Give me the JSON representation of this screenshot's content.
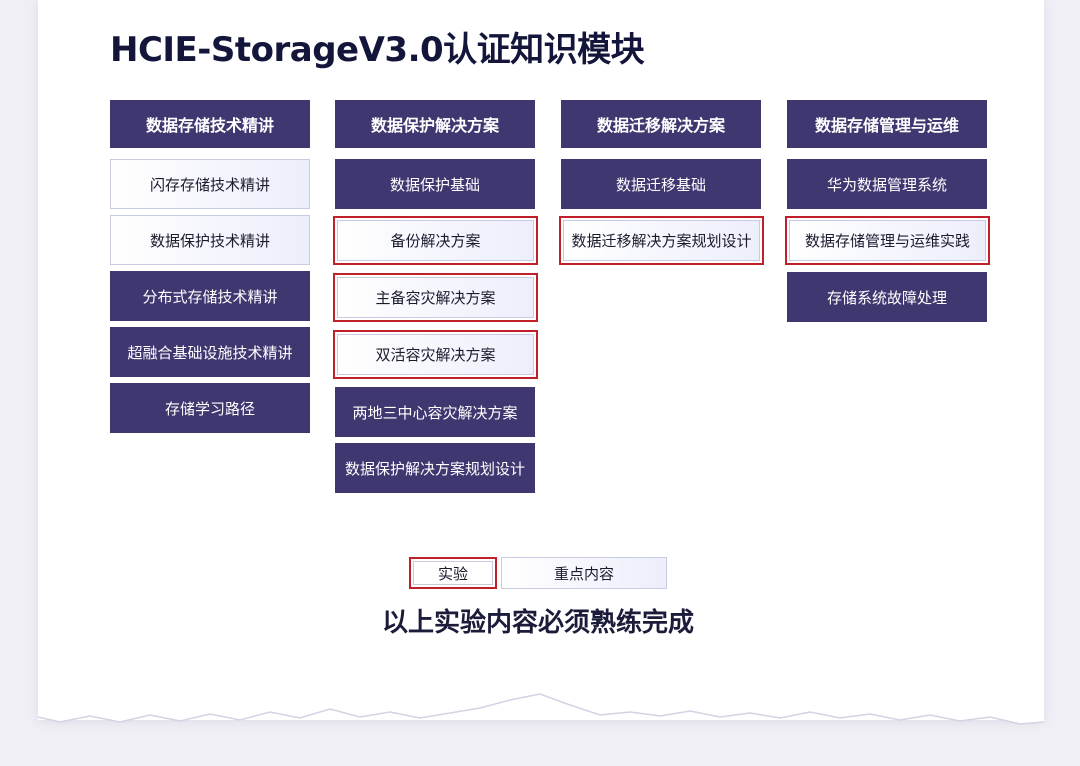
{
  "title": "HCIE-StorageV3.0认证知识模块",
  "columns": [
    {
      "header": "数据存储技术精讲",
      "items": [
        {
          "label": "闪存存储技术精讲",
          "style": "light"
        },
        {
          "label": "数据保护技术精讲",
          "style": "light"
        },
        {
          "label": "分布式存储技术精讲",
          "style": "dark"
        },
        {
          "label": "超融合基础设施技术精讲",
          "style": "dark"
        },
        {
          "label": "存储学习路径",
          "style": "dark"
        }
      ]
    },
    {
      "header": "数据保护解决方案",
      "items": [
        {
          "label": "数据保护基础",
          "style": "dark"
        },
        {
          "label": "备份解决方案",
          "style": "lab"
        },
        {
          "label": "主备容灾解决方案",
          "style": "lab"
        },
        {
          "label": "双活容灾解决方案",
          "style": "lab"
        },
        {
          "label": "两地三中心容灾解决方案",
          "style": "dark"
        },
        {
          "label": "数据保护解决方案规划设计",
          "style": "dark"
        }
      ]
    },
    {
      "header": "数据迁移解决方案",
      "items": [
        {
          "label": "数据迁移基础",
          "style": "dark"
        },
        {
          "label": "数据迁移解决方案规划设计",
          "style": "lab"
        }
      ]
    },
    {
      "header": "数据存储管理与运维",
      "items": [
        {
          "label": "华为数据管理系统",
          "style": "dark"
        },
        {
          "label": "数据存储管理与运维实践",
          "style": "lab"
        },
        {
          "label": "存储系统故障处理",
          "style": "dark"
        }
      ]
    }
  ],
  "legend": {
    "lab": "实验",
    "key": "重点内容"
  },
  "footer_note": "以上实验内容必须熟练完成",
  "colors": {
    "dark_box": "#3f3770",
    "lab_border": "#c0202a",
    "title": "#13163a"
  }
}
